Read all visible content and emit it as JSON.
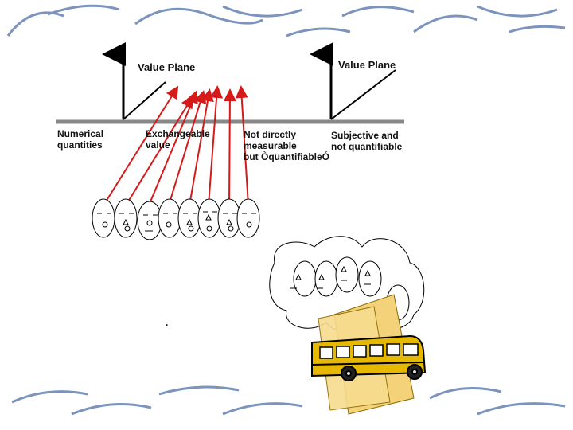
{
  "diagram": {
    "planes": [
      {
        "title": "Value Plane"
      },
      {
        "title": "Value Plane"
      }
    ],
    "categories": [
      {
        "text": "Numerical\nquantities"
      },
      {
        "text": "Exchangeable\nvalue"
      },
      {
        "text": "Not directly\nmeasurable\nbut ÒquantifiableÓ"
      },
      {
        "text": "Subjective and\nnot quantifiable"
      }
    ],
    "dot_mark": "."
  },
  "colors": {
    "arrow": "#d61a1a",
    "axis": "#888888",
    "border_wave": "#4f6fa8",
    "bus_yellow": "#e6b800",
    "paper_yellow": "#f4d27a"
  },
  "icons": [
    "faces-group",
    "thought-cloud",
    "school-bus-clipart"
  ]
}
